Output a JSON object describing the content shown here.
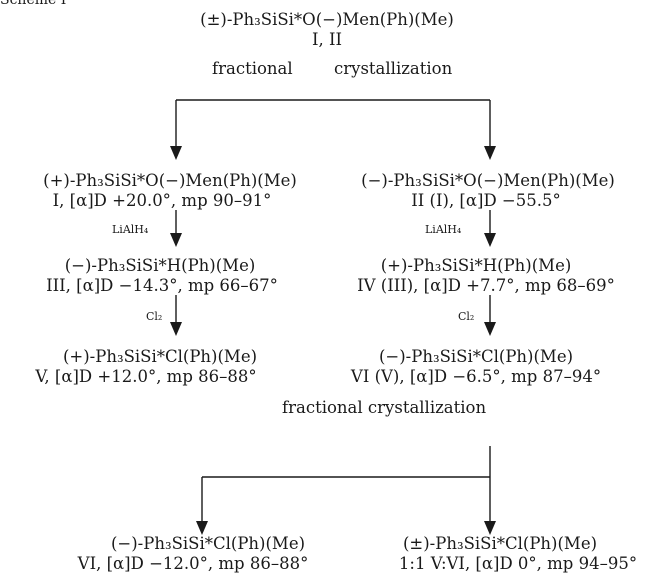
{
  "scheme_label": "Scheme I",
  "start": {
    "compound": "(±)-Ph₃SiSi*O(−)Men(Ph)(Me)",
    "ids": "I, II"
  },
  "step1": {
    "part1": "fractional",
    "part2": "crystallization"
  },
  "left": {
    "c1": {
      "name": "(+)-Ph₃SiSi*O(−)Men(Ph)(Me)",
      "data": "I, [α]D +20.0°, mp 90–91°"
    },
    "r1": "LiAlH₄",
    "c2": {
      "name": "(−)-Ph₃SiSi*H(Ph)(Me)",
      "data": "III, [α]D −14.3°, mp 66–67°"
    },
    "r2": "Cl₂",
    "c3": {
      "name": "(+)-Ph₃SiSi*Cl(Ph)(Me)",
      "data": "V, [α]D +12.0°, mp 86–88°"
    }
  },
  "right": {
    "c1": {
      "name": "(−)-Ph₃SiSi*O(−)Men(Ph)(Me)",
      "data": "II (I), [α]D −55.5°"
    },
    "r1": "LiAlH₄",
    "c2": {
      "name": "(+)-Ph₃SiSi*H(Ph)(Me)",
      "data": "IV (III), [α]D +7.7°, mp 68–69°"
    },
    "r2": "Cl₂",
    "c3": {
      "name": "(−)-Ph₃SiSi*Cl(Ph)(Me)",
      "data": "VI (V), [α]D −6.5°, mp 87–94°"
    }
  },
  "step2": "fractional crystallization",
  "bottom": {
    "left": {
      "name": "(−)-Ph₃SiSi*Cl(Ph)(Me)",
      "data": "VI, [α]D −12.0°, mp 86–88°"
    },
    "right": {
      "name": "(±)-Ph₃SiSi*Cl(Ph)(Me)",
      "data": "1:1 V:VI, [α]D 0°, mp 94–95°"
    }
  }
}
